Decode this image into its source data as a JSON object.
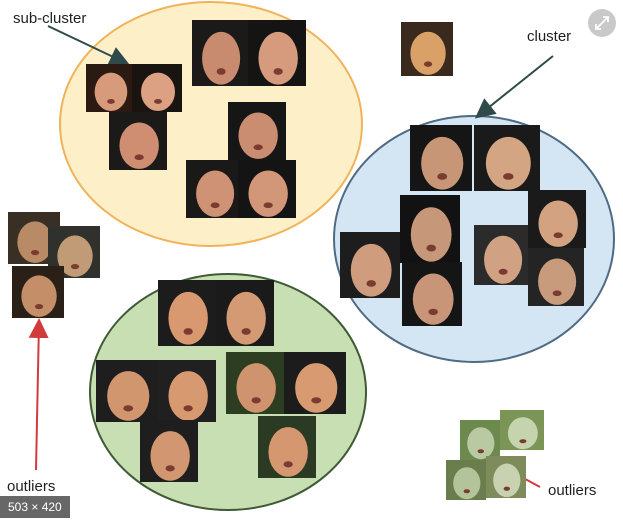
{
  "labels": {
    "sub_cluster": "sub-cluster",
    "cluster": "cluster",
    "outliers_left": "outliers",
    "outliers_right": "outliers"
  },
  "image_size_badge": "503 × 420",
  "corner_button_icon": "expand-icon",
  "colors": {
    "yellow_cluster_fill": "#fdefc8",
    "yellow_cluster_stroke": "#f0b35a",
    "blue_cluster_fill": "#d4e5f3",
    "blue_cluster_stroke": "#4f6a82",
    "green_cluster_fill": "#c8dfb4",
    "green_cluster_stroke": "#3f5a35",
    "arrow_dark": "#2f4a4a",
    "arrow_red": "#d23b3b"
  }
}
